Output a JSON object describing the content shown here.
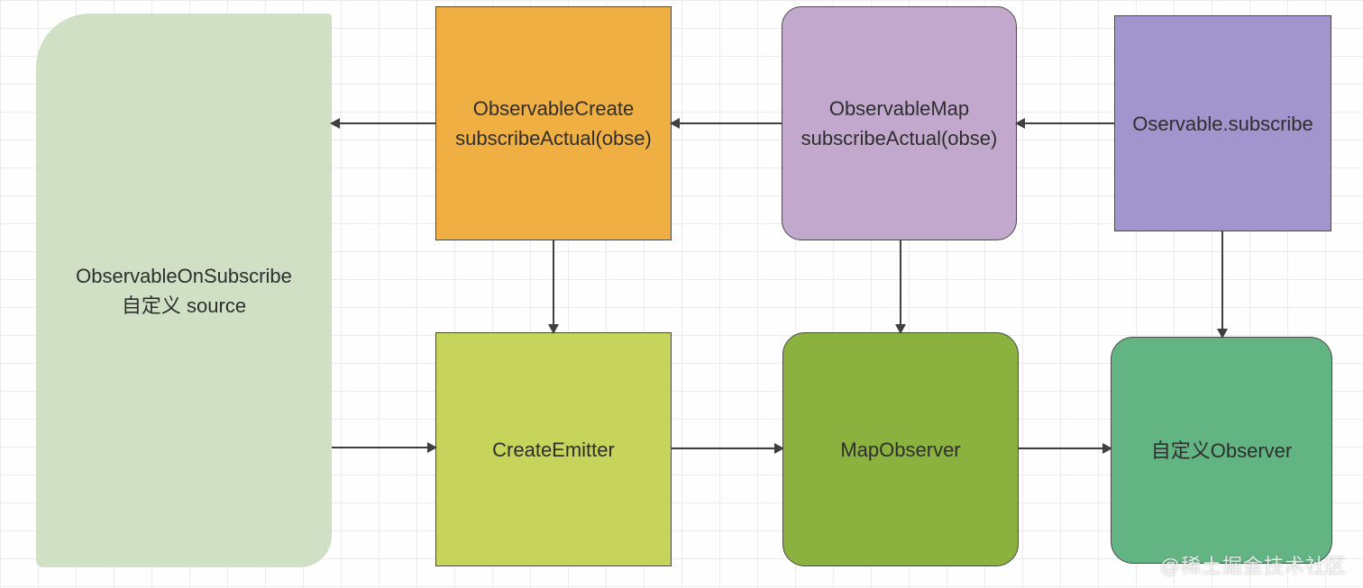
{
  "nodes": {
    "source": {
      "line1": "ObservableOnSubscribe",
      "line2": "自定义 source",
      "fill": "#cfe0c5",
      "shape": "large-rounded-rect"
    },
    "observable_create": {
      "line1": "ObservableCreate",
      "line2": "subscribeActual(obse)",
      "fill": "#f0af42",
      "shape": "rect"
    },
    "observable_map": {
      "line1": "ObservableMap",
      "line2": "subscribeActual(obse)",
      "fill": "#c2a8cc",
      "shape": "rounded-rect"
    },
    "oservable_subscribe": {
      "line1": "Oservable.subscribe",
      "line2": "",
      "fill": "#a294cc",
      "shape": "rect"
    },
    "create_emitter": {
      "line1": "CreateEmitter",
      "line2": "",
      "fill": "#c6d45c",
      "shape": "rect"
    },
    "map_observer": {
      "line1": "MapObserver",
      "line2": "",
      "fill": "#8bb23f",
      "shape": "rounded-rect"
    },
    "custom_observer": {
      "line1": "自定义Observer",
      "line2": "",
      "fill": "#62b483",
      "shape": "rounded-rect"
    }
  },
  "edges": [
    {
      "from": "oservable_subscribe",
      "to": "observable_map",
      "direction": "left"
    },
    {
      "from": "observable_map",
      "to": "observable_create",
      "direction": "left"
    },
    {
      "from": "observable_create",
      "to": "source",
      "direction": "left"
    },
    {
      "from": "observable_create",
      "to": "create_emitter",
      "direction": "down"
    },
    {
      "from": "observable_map",
      "to": "map_observer",
      "direction": "down"
    },
    {
      "from": "oservable_subscribe",
      "to": "custom_observer",
      "direction": "down"
    },
    {
      "from": "source",
      "to": "create_emitter",
      "direction": "right"
    },
    {
      "from": "create_emitter",
      "to": "map_observer",
      "direction": "right"
    },
    {
      "from": "map_observer",
      "to": "custom_observer",
      "direction": "right"
    }
  ],
  "arrow_color": "#3f3f3f",
  "grid_color": "#ebebeb",
  "watermark": "@稀土掘金技术社区"
}
